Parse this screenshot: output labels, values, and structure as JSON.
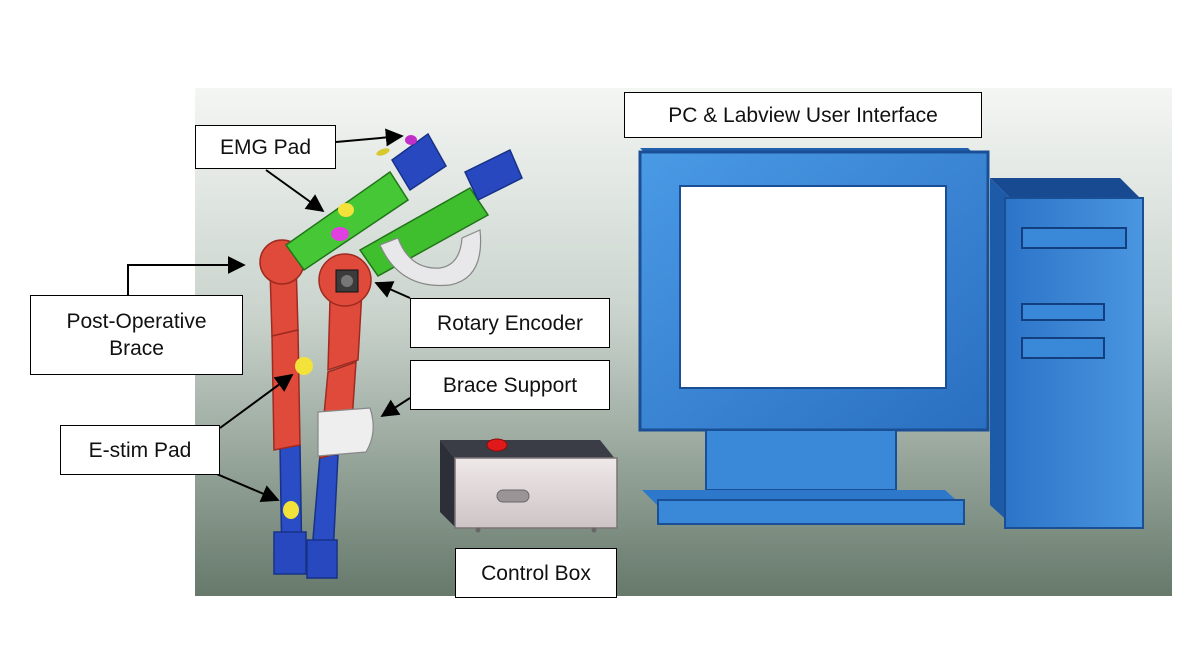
{
  "labels": {
    "emg_pad": "EMG Pad",
    "pc_labview": "PC & Labview User Interface",
    "post_operative_brace": "Post-Operative\nBrace",
    "rotary_encoder": "Rotary Encoder",
    "brace_support": "Brace Support",
    "estim_pad": "E-stim Pad",
    "control_box": "Control Box"
  },
  "colors": {
    "background_top": "#ffffff",
    "background_bottom": "#6b7d6f",
    "brace_red": "#e04a3a",
    "brace_green": "#3fbf2e",
    "brace_blue": "#2848c0",
    "emg_pad": "#e040e0",
    "estim_pad": "#f2e23a",
    "monitor_blue": "#3a88d8",
    "control_box": "#e6e0e0",
    "control_button": "#e01a1a"
  }
}
